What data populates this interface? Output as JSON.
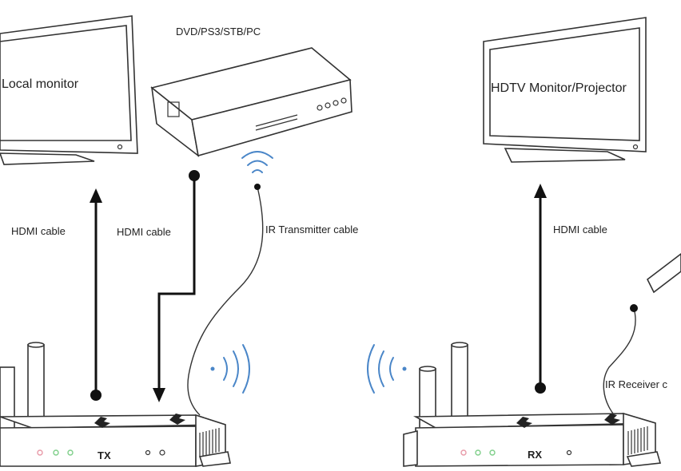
{
  "labels": {
    "local_monitor": "Local monitor",
    "source_device": "DVD/PS3/STB/PC",
    "hdtv_monitor": "HDTV Monitor/Projector",
    "hdmi_cable_left": "HDMI cable",
    "hdmi_cable_middle": "HDMI cable",
    "hdmi_cable_right": "HDMI cable",
    "ir_transmitter_cable": "IR Transmitter cable",
    "ir_receiver_cable": "IR Receiver c",
    "tx": "TX",
    "rx": "RX"
  },
  "colors": {
    "line": "#111111",
    "outline": "#333333",
    "wireless_wave": "#4a86c8",
    "led_red": "#e89aa8",
    "led_green": "#7fcf8a"
  },
  "icons": {
    "wireless": "wifi-wave-icon",
    "hdmi_port": "hdmi-port-icon"
  }
}
